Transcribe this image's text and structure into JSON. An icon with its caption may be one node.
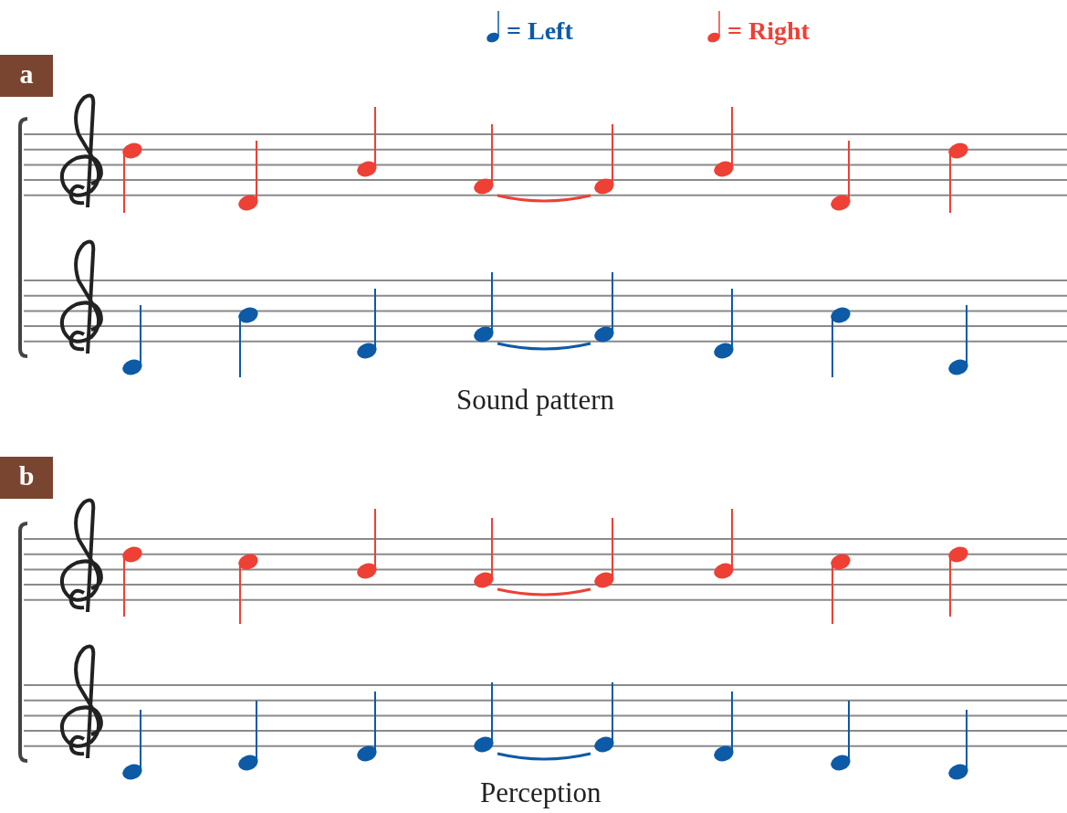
{
  "diagram": {
    "labels": [
      "a",
      "Sound pattern",
      "b",
      "Perception"
    ],
    "legend": [
      {
        "text": "= Left"
      },
      {
        "text": "= Right"
      }
    ]
  }
}
